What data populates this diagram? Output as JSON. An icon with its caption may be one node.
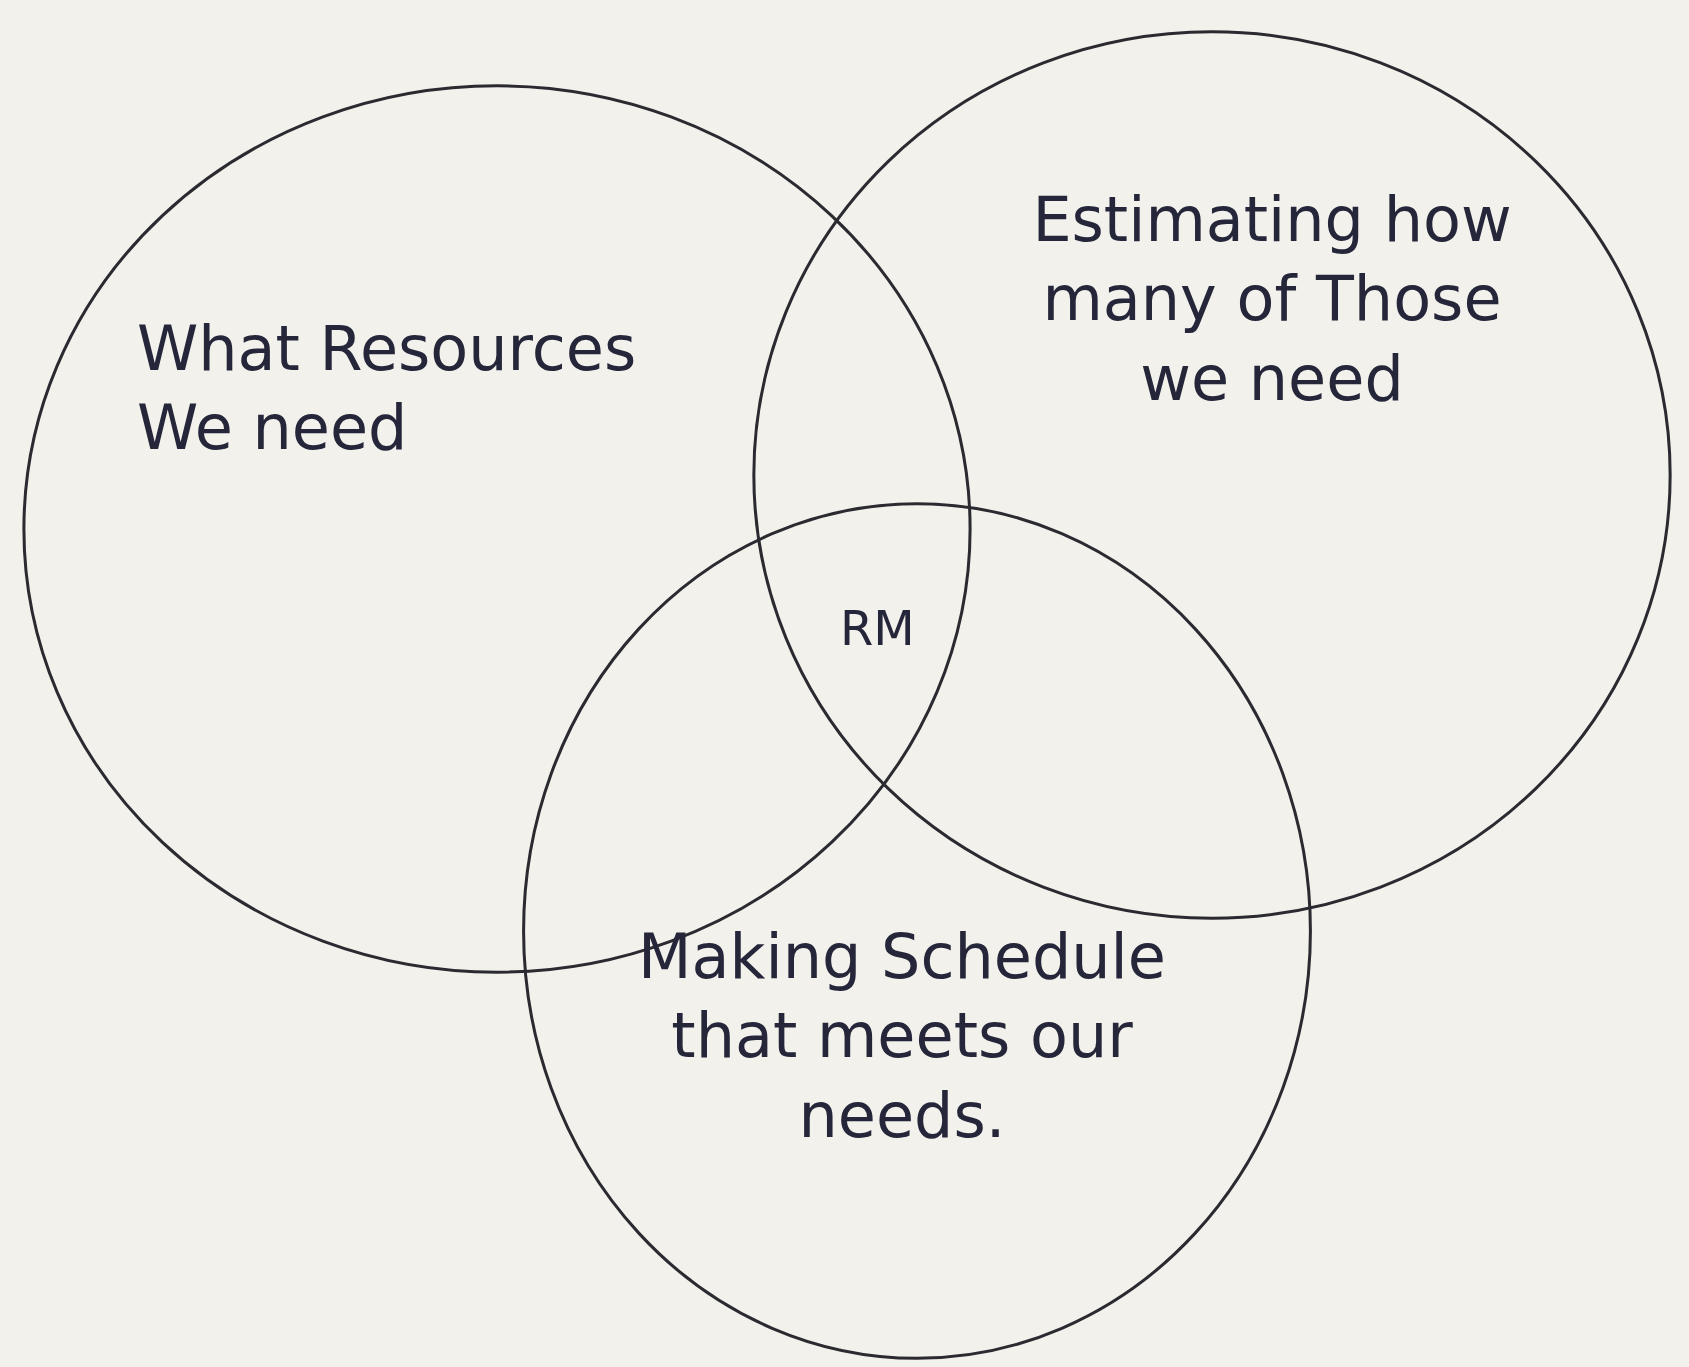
{
  "diagram": {
    "nodes": [
      {
        "text": [
          "What Resources We need"
        ]
      },
      {
        "text": [
          "Estimating how many of Those we need"
        ]
      },
      {
        "text": [
          "Making Schedule that meets our needs."
        ]
      }
    ],
    "labels": [
      "RM"
    ]
  }
}
